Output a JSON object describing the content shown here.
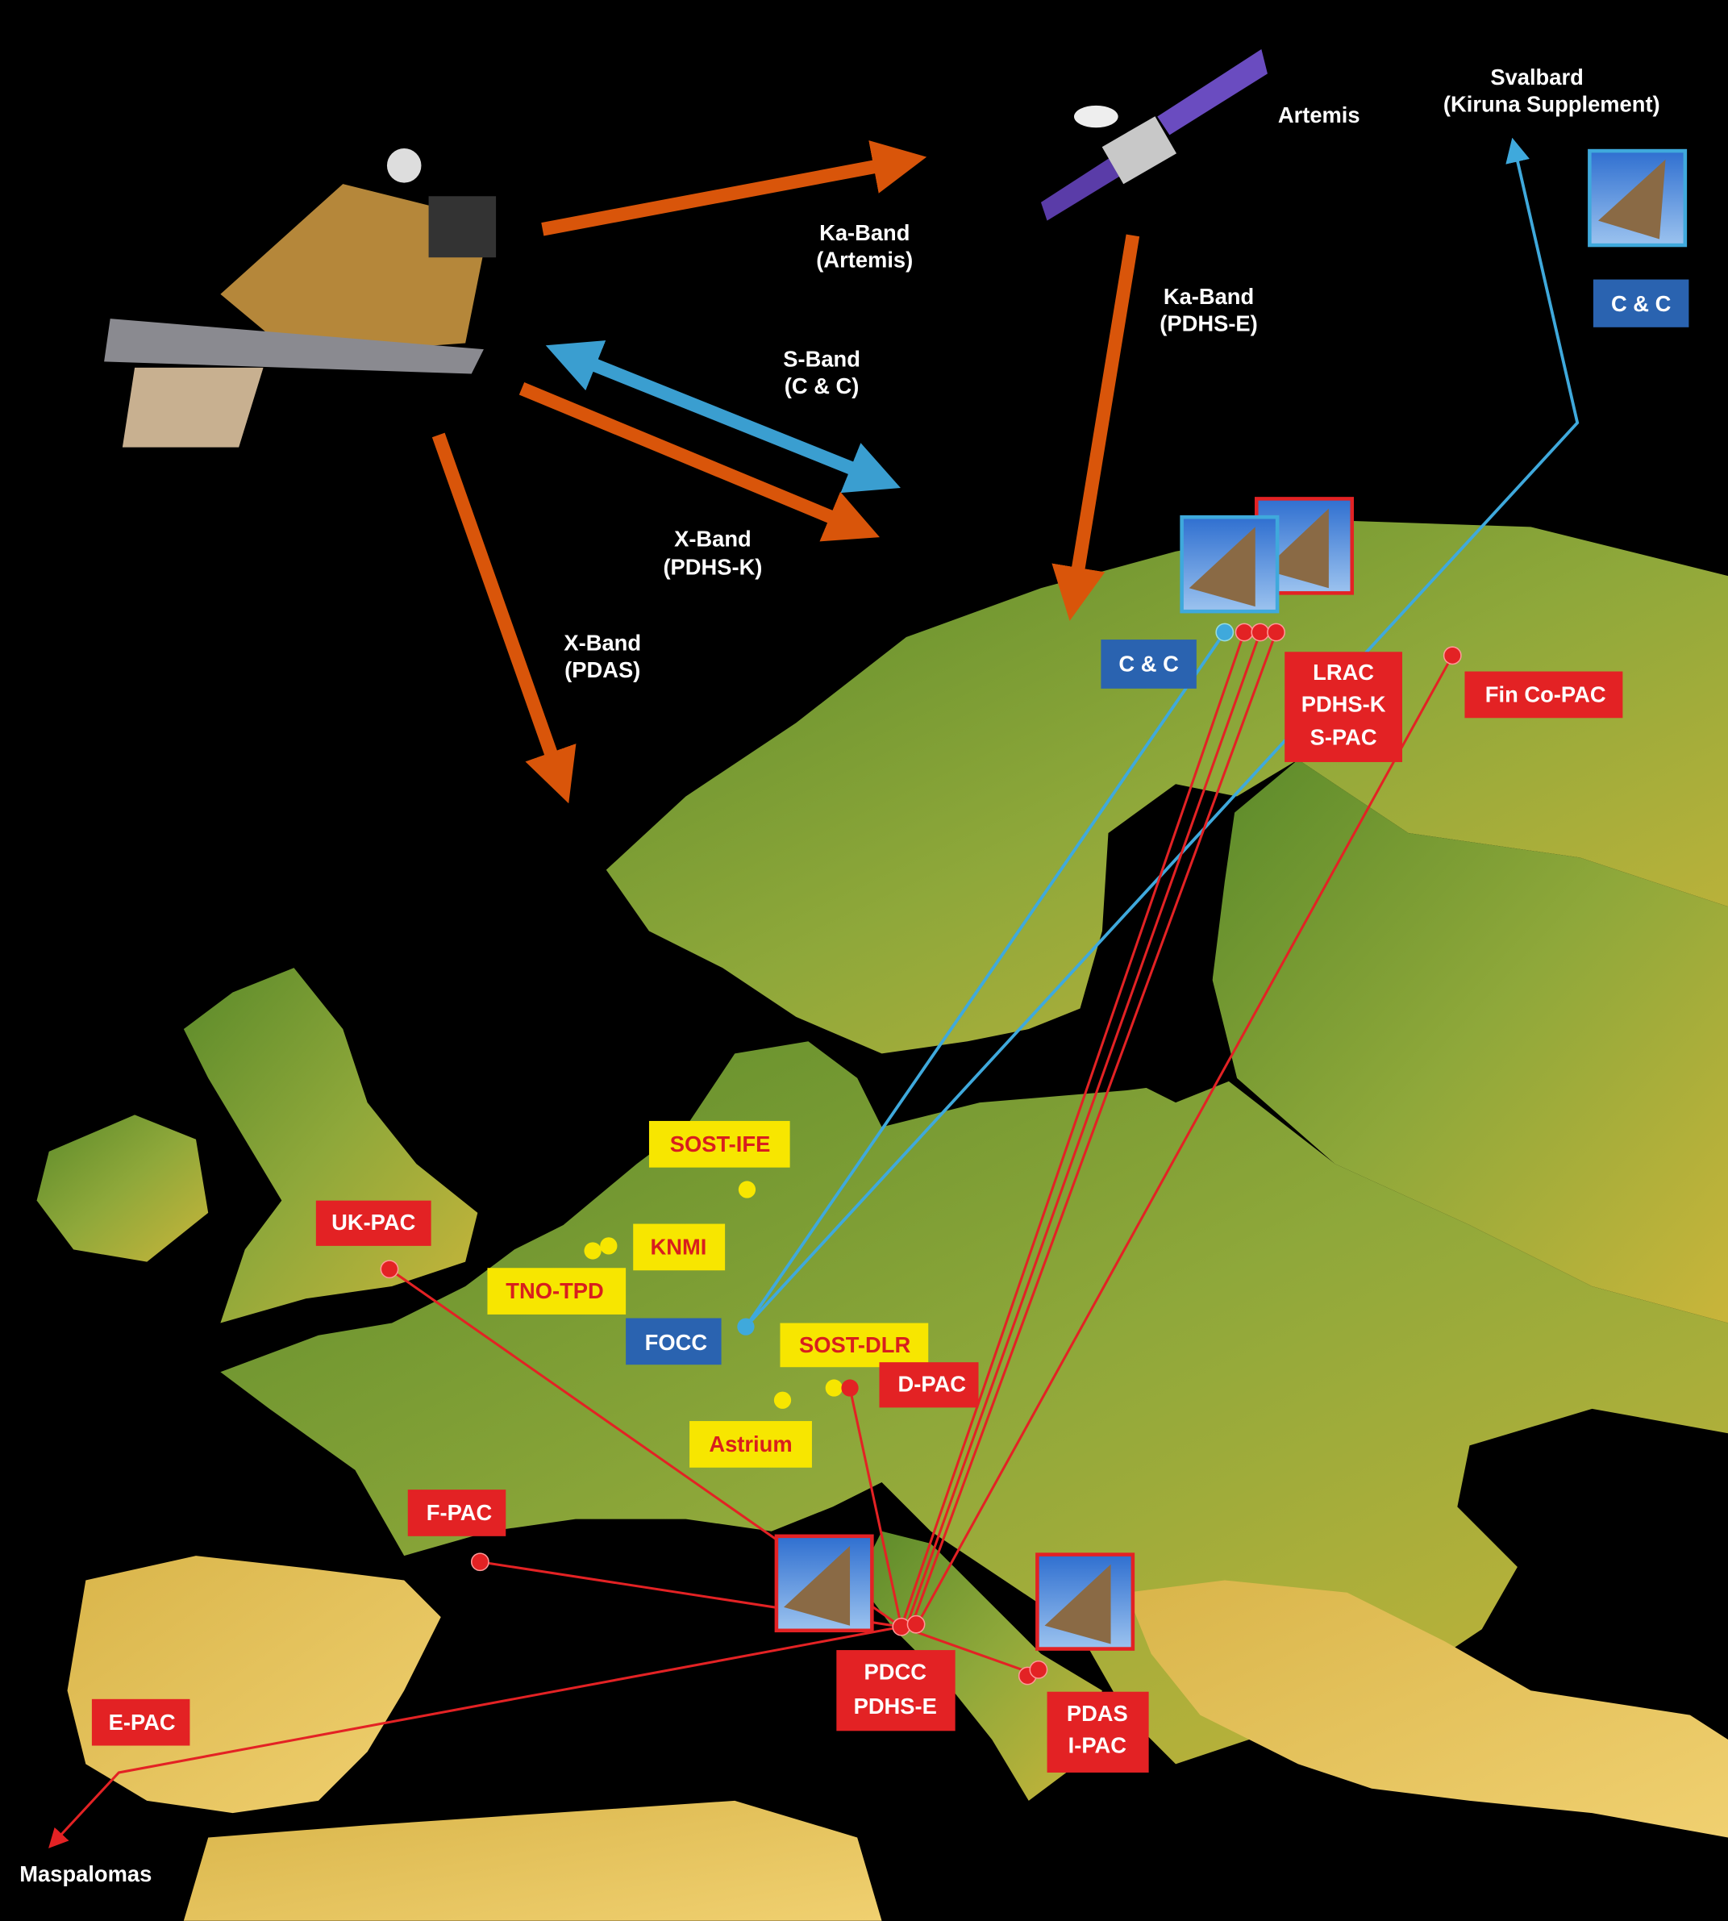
{
  "colors": {
    "red": "#e32224",
    "yellow": "#f7e600",
    "blue": "#2a63b0",
    "orange": "#d9550a",
    "lightblue": "#3fa9dc"
  },
  "links": {
    "ka_artemis": [
      "Ka-Band",
      "(Artemis)"
    ],
    "ka_pdhse": [
      "Ka-Band",
      "(PDHS-E)"
    ],
    "s_band": [
      "S-Band",
      "(C & C)"
    ],
    "x_pdhsk": [
      "X-Band",
      "(PDHS-K)"
    ],
    "x_pdas": [
      "X-Band",
      "(PDAS)"
    ]
  },
  "places": {
    "artemis": "Artemis",
    "svalbard": [
      "Svalbard",
      "(Kiruna Supplement)"
    ],
    "maspalomas": "Maspalomas"
  },
  "stations": {
    "cc_svalbard": "C & C",
    "cc_kiruna": "C & C",
    "kiruna": [
      "LRAC",
      "PDHS-K",
      "S-PAC"
    ],
    "fin": "Fin Co-PAC",
    "sost_ife": "SOST-IFE",
    "knmi": "KNMI",
    "tno": "TNO-TPD",
    "uk": "UK-PAC",
    "focc": "FOCC",
    "sost_dlr": "SOST-DLR",
    "dpac": "D-PAC",
    "astrium": "Astrium",
    "fpac": "F-PAC",
    "epac": "E-PAC",
    "pdcc": [
      "PDCC",
      "PDHS-E"
    ],
    "pdas": [
      "PDAS",
      "I-PAC"
    ]
  }
}
